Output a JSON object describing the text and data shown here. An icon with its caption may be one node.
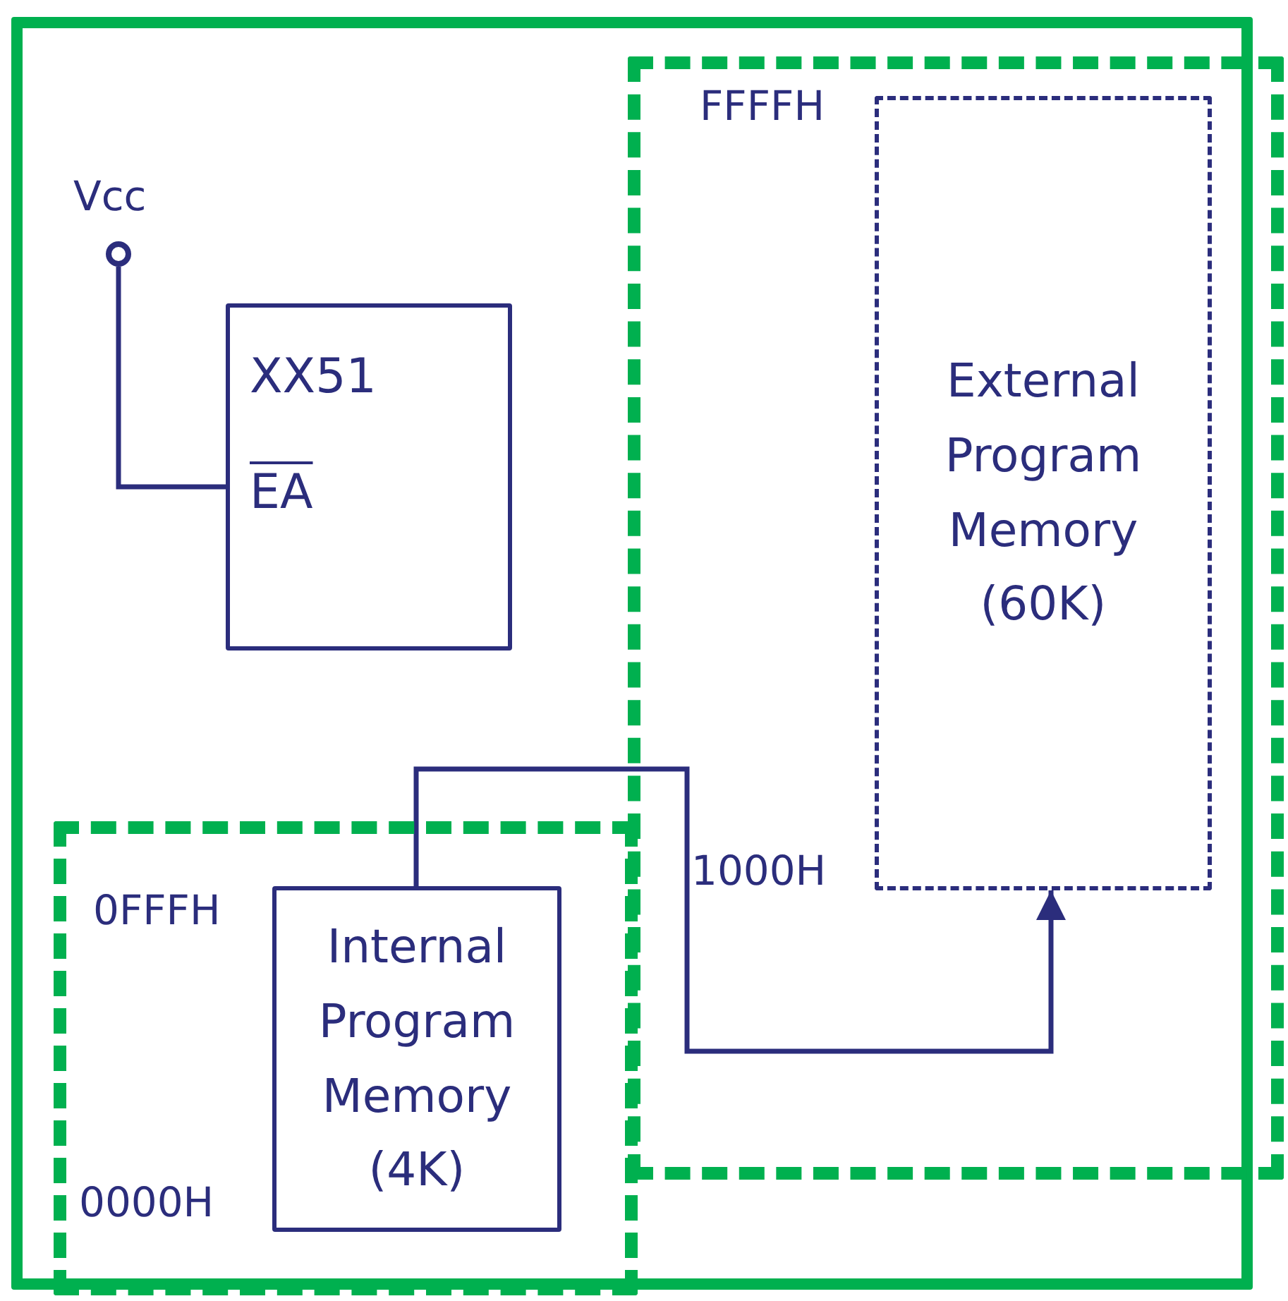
{
  "diagram": {
    "nodes": [
      {
        "text": [],
        "shape": "box"
      },
      {
        "text": [],
        "shape": "box"
      },
      {
        "text": [],
        "shape": "circle",
        "beside": [
          "Vcc"
        ]
      },
      {
        "text": [
          "XX51",
          "EA"
        ]
      },
      {
        "text": [
          "External Program Memory (60K)"
        ],
        "in": 0,
        "beside": [
          "FFFFH",
          "1000H"
        ]
      },
      {
        "text": [
          "Internal Program Memory (4K)"
        ],
        "in": 1,
        "beside": [
          "0FFFH",
          "0000H"
        ]
      }
    ],
    "edges": [
      {
        "from": 2,
        "to": 3,
        "arrow": "none"
      },
      {
        "from": 5,
        "to": 4,
        "arrow": "to"
      }
    ]
  }
}
